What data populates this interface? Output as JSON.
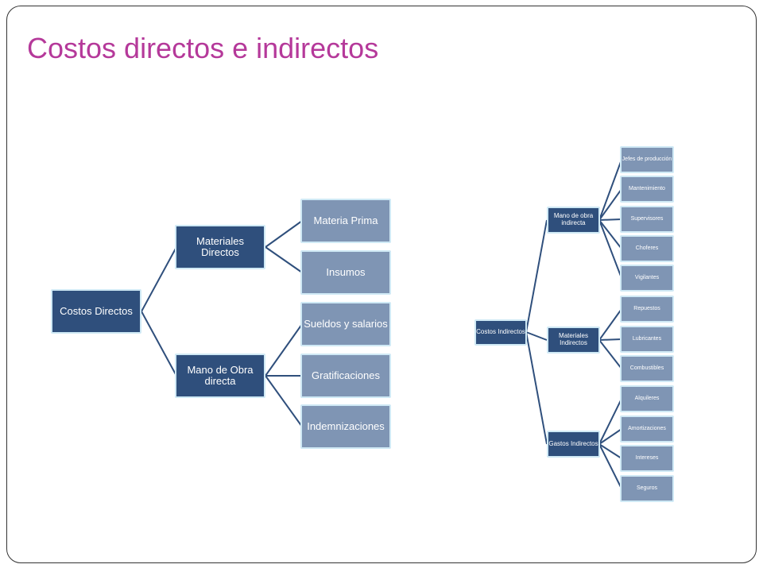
{
  "title": "Costos directos e indirectos",
  "colors": {
    "title": "#b5399a",
    "dark_node": "#2f4f7c",
    "light_node": "#7f95b4",
    "node_border": "#cfe9f5",
    "connector": "#2f4f7c"
  },
  "direct": {
    "root": "Costos Directos",
    "materials": {
      "label": "Materiales Directos",
      "children": [
        "Materia Prima",
        "Insumos"
      ]
    },
    "labor": {
      "label": "Mano de Obra directa",
      "children": [
        "Sueldos y salarios",
        "Gratificaciones",
        "Indemnizaciones"
      ]
    }
  },
  "indirect": {
    "root": "Costos Indirectos",
    "labor": {
      "label": "Mano de obra indirecta",
      "children": [
        "Jefes de producción",
        "Mantenimiento",
        "Supervisores",
        "Choferes",
        "Vigilantes"
      ]
    },
    "materials": {
      "label": "Materiales Indirectos",
      "children": [
        "Repuestos",
        "Lubricantes",
        "Combustibles"
      ]
    },
    "expenses": {
      "label": "Gastos Indirectos",
      "children": [
        "Alquileres",
        "Amortizaciones",
        "Intereses",
        "Seguros"
      ]
    }
  }
}
